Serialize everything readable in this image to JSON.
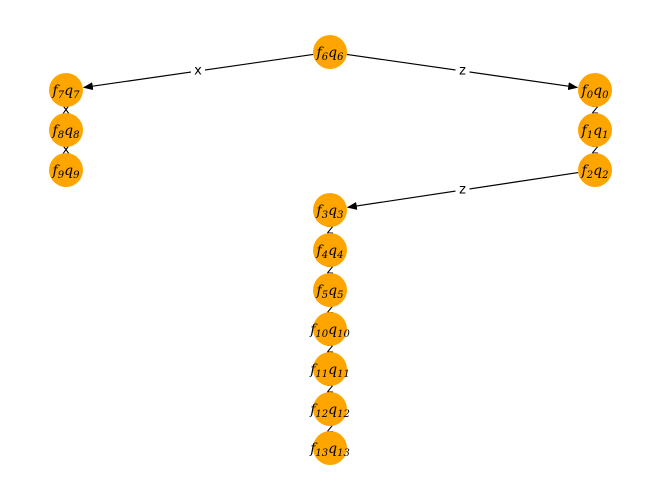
{
  "nodes": [
    {
      "id": "n6",
      "f": "6",
      "q": "6"
    },
    {
      "id": "n7",
      "f": "7",
      "q": "7"
    },
    {
      "id": "n8",
      "f": "8",
      "q": "8"
    },
    {
      "id": "n9",
      "f": "9",
      "q": "9"
    },
    {
      "id": "n0",
      "f": "0",
      "q": "0"
    },
    {
      "id": "n1",
      "f": "1",
      "q": "1"
    },
    {
      "id": "n2",
      "f": "2",
      "q": "2"
    },
    {
      "id": "n3",
      "f": "3",
      "q": "3"
    },
    {
      "id": "n4",
      "f": "4",
      "q": "4"
    },
    {
      "id": "n5",
      "f": "5",
      "q": "5"
    },
    {
      "id": "n10",
      "f": "10",
      "q": "10"
    },
    {
      "id": "n11",
      "f": "11",
      "q": "11"
    },
    {
      "id": "n12",
      "f": "12",
      "q": "12"
    },
    {
      "id": "n13",
      "f": "13",
      "q": "13"
    }
  ],
  "edges": [
    {
      "from": "n6",
      "to": "n7",
      "label": "x"
    },
    {
      "from": "n6",
      "to": "n0",
      "label": "z"
    },
    {
      "from": "n2",
      "to": "n3",
      "label": "z"
    },
    {
      "from": "n7",
      "to": "n8",
      "label": "x"
    },
    {
      "from": "n8",
      "to": "n9",
      "label": "x"
    },
    {
      "from": "n0",
      "to": "n1",
      "label": "z"
    },
    {
      "from": "n1",
      "to": "n2",
      "label": "z"
    },
    {
      "from": "n3",
      "to": "n4",
      "label": "z"
    },
    {
      "from": "n4",
      "to": "n5",
      "label": "z"
    },
    {
      "from": "n5",
      "to": "n10",
      "label": "z"
    },
    {
      "from": "n10",
      "to": "n11",
      "label": "z"
    },
    {
      "from": "n11",
      "to": "n12",
      "label": "z"
    },
    {
      "from": "n12",
      "to": "n13",
      "label": "z"
    }
  ],
  "colors": {
    "node_fill": "#ffa500",
    "edge": "#000000",
    "background": "#ffffff"
  }
}
